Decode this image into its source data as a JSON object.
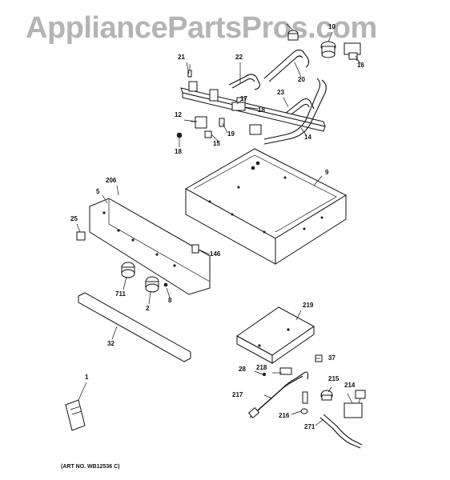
{
  "watermark": "AppliancePartsPros.com",
  "art_number": "(ART NO. WB12536 C)",
  "callouts": {
    "p1": "1",
    "p2": "2",
    "p5": "5",
    "p8": "8",
    "p9": "9",
    "p10": "10",
    "p12": "12",
    "p14": "14",
    "p15": "15",
    "p16": "16",
    "p17": "17",
    "p18a": "18",
    "p18b": "18",
    "p19": "19",
    "p20": "20",
    "p21": "21",
    "p22": "22",
    "p23": "23",
    "p25": "25",
    "p28": "28",
    "p32": "32",
    "p37": "37",
    "p146": "146",
    "p206": "206",
    "p214": "214",
    "p215": "215",
    "p216": "216",
    "p217": "217",
    "p218": "218",
    "p219": "219",
    "p271": "271",
    "p711": "711"
  },
  "colors": {
    "ink": "#111111",
    "watermark": "#b4b4b4",
    "background": "#ffffff"
  }
}
